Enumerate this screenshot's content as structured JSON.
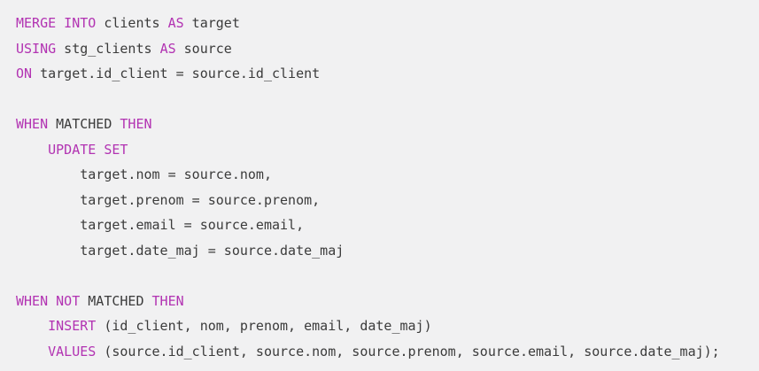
{
  "colors": {
    "background": "#f1f1f2",
    "text": "#3b3b3b",
    "keyword": "#b233b2"
  },
  "code": {
    "language": "sql",
    "lines": [
      {
        "indent": 0,
        "tokens": [
          {
            "text": "MERGE INTO",
            "type": "keyword"
          },
          {
            "text": " clients ",
            "type": "plain"
          },
          {
            "text": "AS",
            "type": "keyword"
          },
          {
            "text": " target",
            "type": "plain"
          }
        ]
      },
      {
        "indent": 0,
        "tokens": [
          {
            "text": "USING",
            "type": "keyword"
          },
          {
            "text": " stg_clients ",
            "type": "plain"
          },
          {
            "text": "AS",
            "type": "keyword"
          },
          {
            "text": " source",
            "type": "plain"
          }
        ]
      },
      {
        "indent": 0,
        "tokens": [
          {
            "text": "ON",
            "type": "keyword"
          },
          {
            "text": " target.id_client = source.id_client",
            "type": "plain"
          }
        ]
      },
      {
        "indent": 0,
        "tokens": []
      },
      {
        "indent": 0,
        "tokens": [
          {
            "text": "WHEN",
            "type": "keyword"
          },
          {
            "text": " MATCHED ",
            "type": "plain"
          },
          {
            "text": "THEN",
            "type": "keyword"
          }
        ]
      },
      {
        "indent": 4,
        "tokens": [
          {
            "text": "UPDATE SET",
            "type": "keyword"
          }
        ]
      },
      {
        "indent": 8,
        "tokens": [
          {
            "text": "target.nom = source.nom,",
            "type": "plain"
          }
        ]
      },
      {
        "indent": 8,
        "tokens": [
          {
            "text": "target.prenom = source.prenom,",
            "type": "plain"
          }
        ]
      },
      {
        "indent": 8,
        "tokens": [
          {
            "text": "target.email = source.email,",
            "type": "plain"
          }
        ]
      },
      {
        "indent": 8,
        "tokens": [
          {
            "text": "target.date_maj = source.date_maj",
            "type": "plain"
          }
        ]
      },
      {
        "indent": 0,
        "tokens": []
      },
      {
        "indent": 0,
        "tokens": [
          {
            "text": "WHEN NOT",
            "type": "keyword"
          },
          {
            "text": " MATCHED ",
            "type": "plain"
          },
          {
            "text": "THEN",
            "type": "keyword"
          }
        ]
      },
      {
        "indent": 4,
        "tokens": [
          {
            "text": "INSERT",
            "type": "keyword"
          },
          {
            "text": " (id_client, nom, prenom, email, date_maj)",
            "type": "plain"
          }
        ]
      },
      {
        "indent": 4,
        "tokens": [
          {
            "text": "VALUES",
            "type": "keyword"
          },
          {
            "text": " (source.id_client, source.nom, source.prenom, source.email, source.date_maj);",
            "type": "plain"
          }
        ]
      }
    ]
  }
}
